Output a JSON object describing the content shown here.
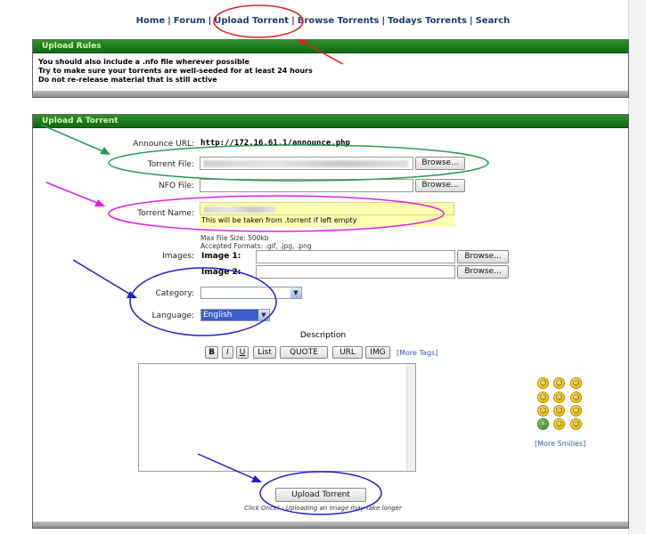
{
  "nav": {
    "items": [
      "Home",
      "Forum",
      "Upload Torrent",
      "Browse Torrents",
      "Todays Torrents",
      "Search"
    ]
  },
  "rules": {
    "title": "Upload Rules",
    "lines": [
      "You should also include a .nfo file wherever possible",
      "Try to make sure your torrents are well-seeded for at least 24 hours",
      "Do not re-release material that is still active"
    ]
  },
  "upload": {
    "title": "Upload A Torrent",
    "announce_label": "Announce URL:",
    "announce_value": "http://172.16.61.1/announce.php",
    "torrent_file_label": "Torrent File:",
    "browse_label": "Browse...",
    "nfo_label": "NFO File:",
    "torrent_name_label": "Torrent Name:",
    "torrent_name_hint": "This will be taken from .torrent if left empty",
    "max_size": "Max File Size: 500kb",
    "formats": "Accepted Formats: .gif, .jpg, .png",
    "images_label": "Images:",
    "image1_label": "Image 1:",
    "image2_label": "Image 2:",
    "category_label": "Category:",
    "category_value": "",
    "language_label": "Language:",
    "language_value": "English",
    "description_label": "Description",
    "tags": [
      "B",
      "I",
      "U",
      "List",
      "QUOTE",
      "URL",
      "IMG"
    ],
    "more_tags": "[More Tags]",
    "more_smilies": "[More Smilies]",
    "submit_label": "Upload Torrent",
    "submit_note": "Click Once! - Uploading an image may take longer"
  },
  "colors": {
    "header_green": "#0f6a10",
    "nav_blue": "#1e3a6e",
    "annotation_red": "#e02020",
    "annotation_green": "#2a9a5a",
    "annotation_magenta": "#e020e0",
    "annotation_blue": "#2020c8"
  }
}
